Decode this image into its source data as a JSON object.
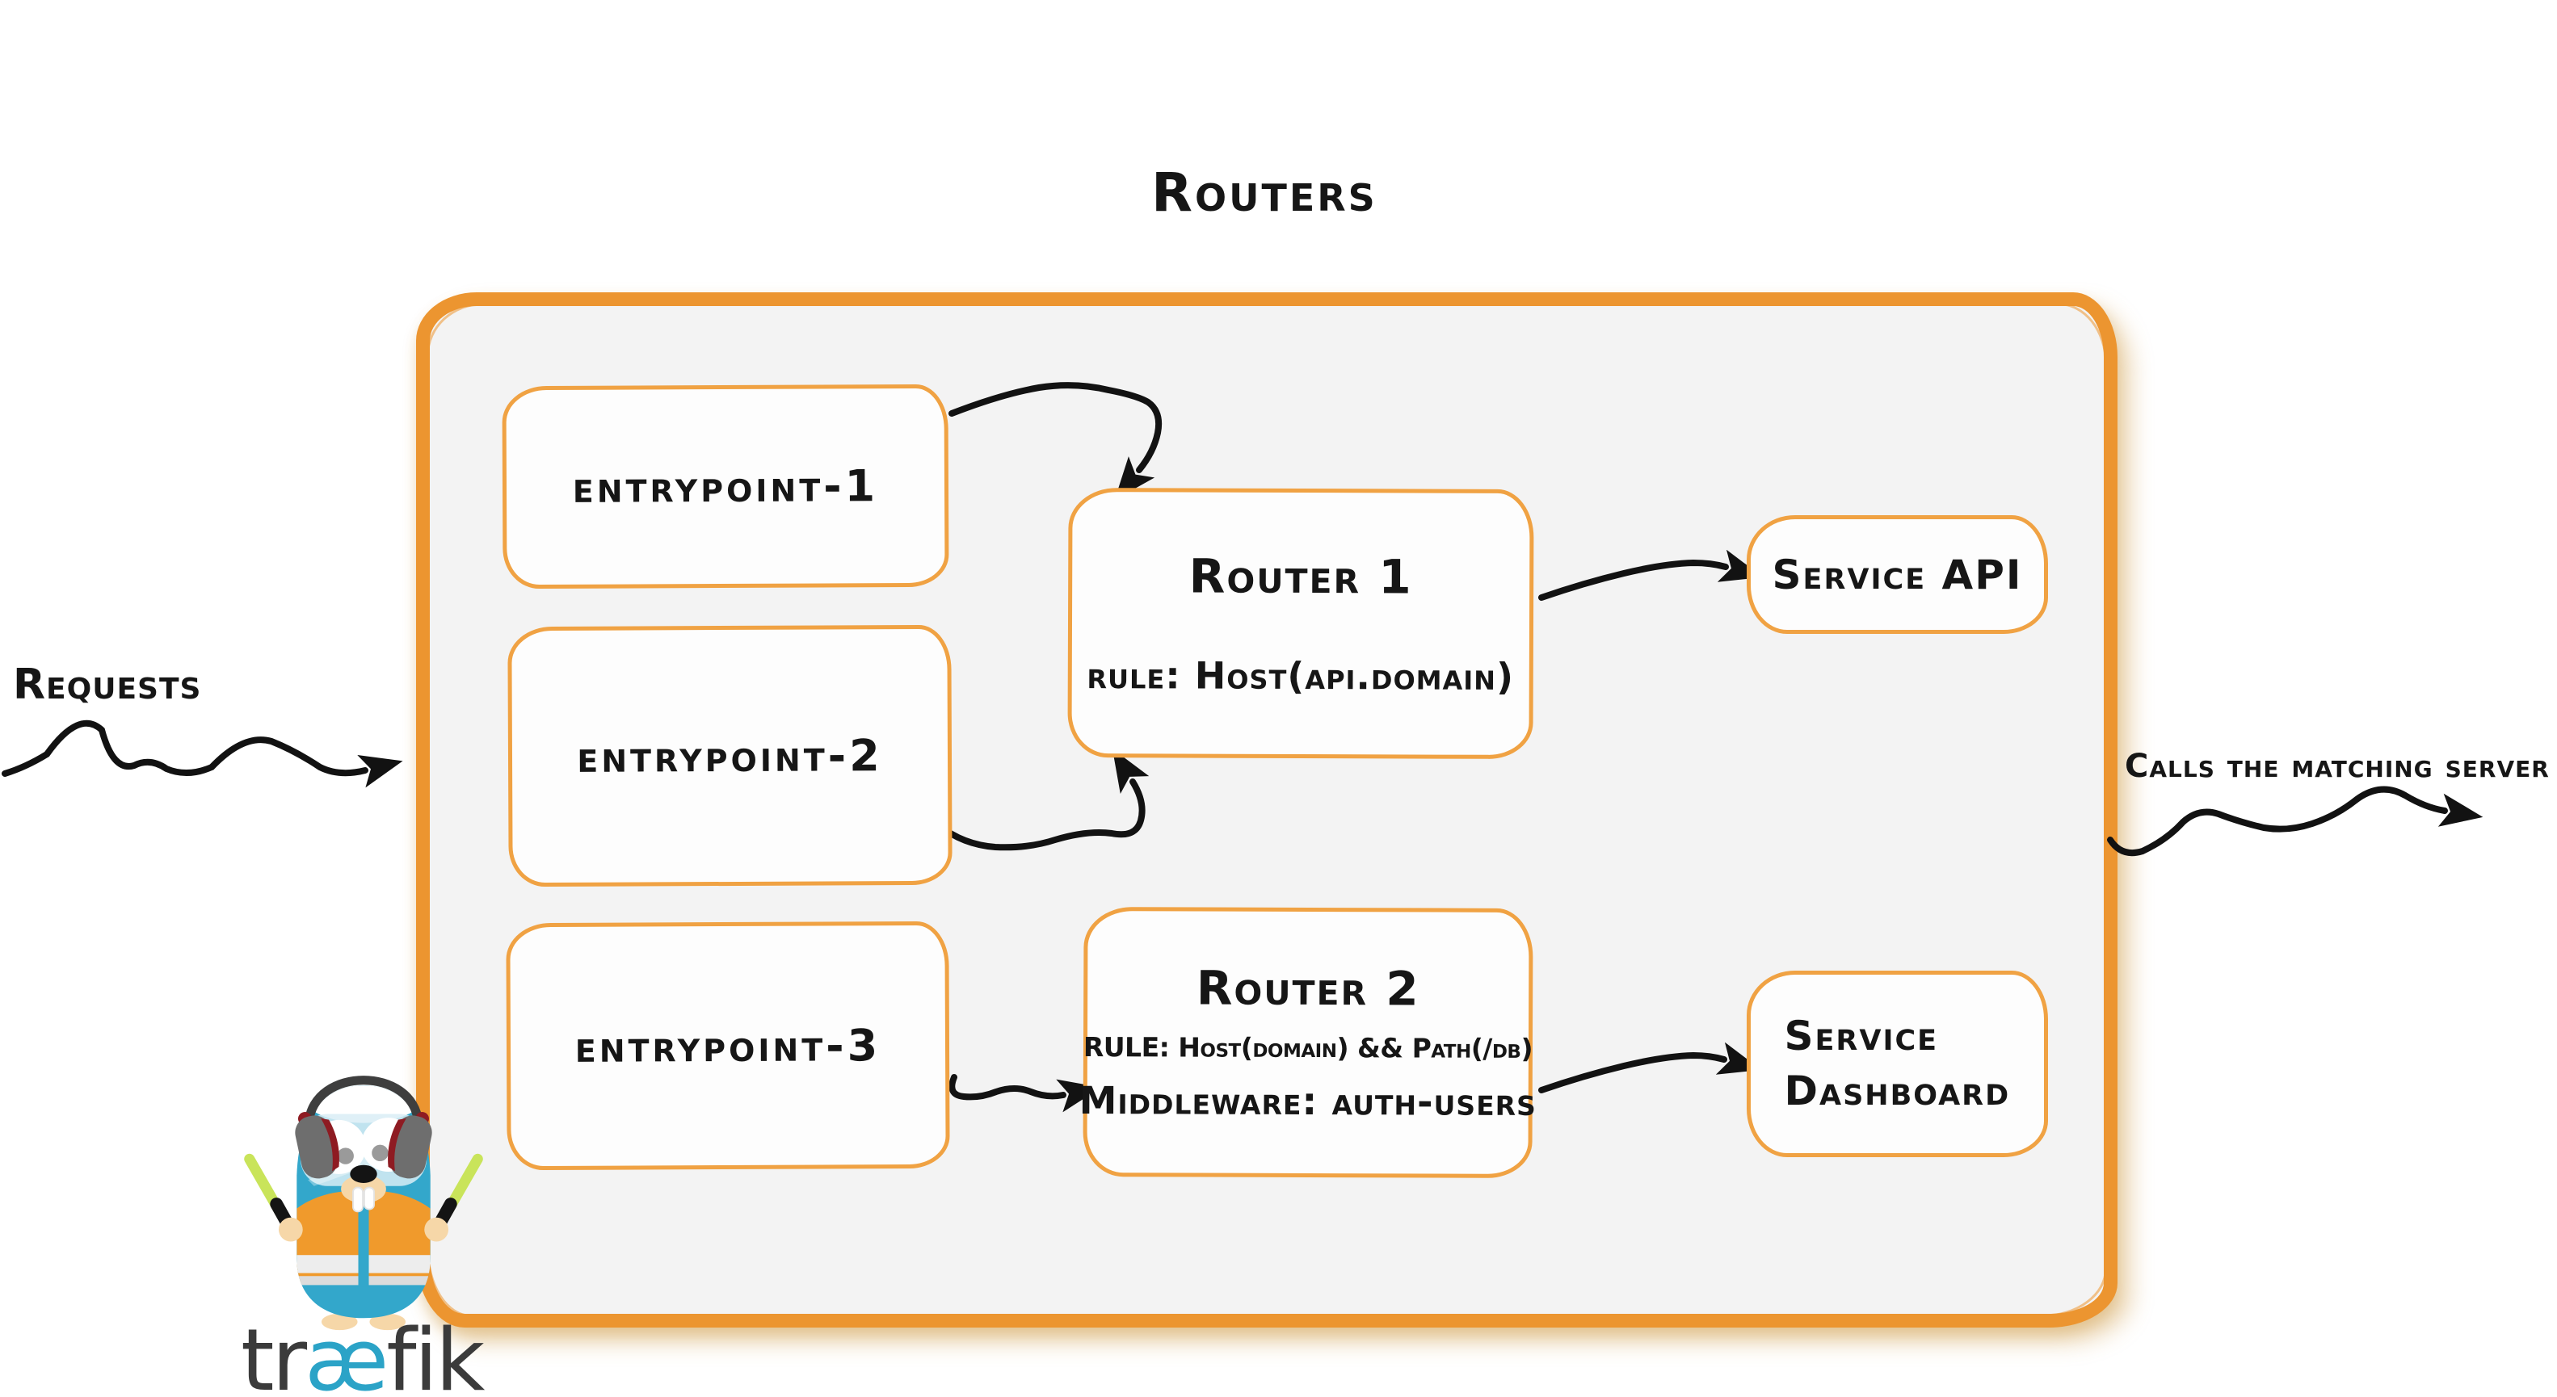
{
  "title": "Routers",
  "labels": {
    "requests": "Requests",
    "calls": "Calls the matching server"
  },
  "entrypoints": [
    {
      "label": "entrypoint-1"
    },
    {
      "label": "entrypoint-2"
    },
    {
      "label": "entrypoint-3"
    }
  ],
  "routers": [
    {
      "title": "Router 1",
      "rule": "rule: Host(api.domain)"
    },
    {
      "title": "Router 2",
      "rule": "RULE: Host(domain) && Path(/db)",
      "middleware": "Middleware: auth-users"
    }
  ],
  "services": [
    {
      "label": "Service API"
    },
    {
      "label": "Service Dashboard"
    }
  ],
  "logo": {
    "pre": "tr",
    "ae": "æ",
    "post": "fik"
  },
  "colors": {
    "frame_orange": "#EC9530",
    "box_border_orange": "#F0A243",
    "container_fill": "#F3F3F3",
    "arrow_black": "#121212",
    "logo_teal": "#2BA3C7",
    "logo_dark": "#3B3B3B",
    "gopher_blue": "#33A7CB",
    "vest_orange": "#F09A2C",
    "stick_green": "#C9E45A"
  }
}
